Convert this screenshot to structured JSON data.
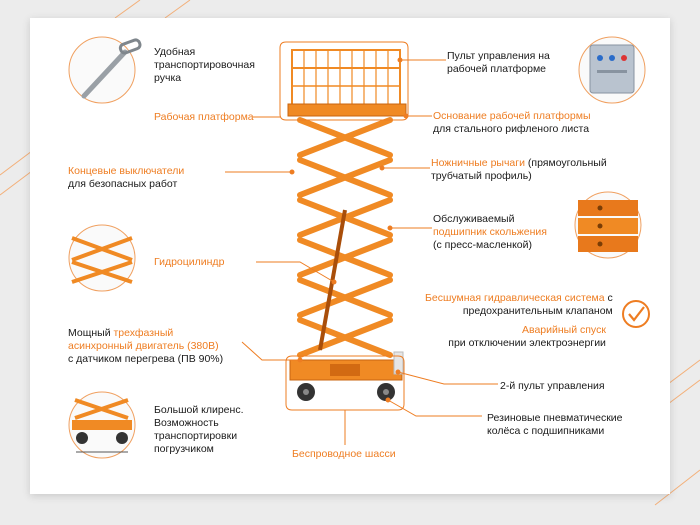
{
  "colors": {
    "accent": "#ee7d22",
    "machine": "#f08a24",
    "machine_dark": "#c8640f",
    "line": "#ee7d22"
  },
  "labels": {
    "handle": [
      "Удобная",
      "транспортировочная",
      "ручка"
    ],
    "work_platform": "Рабочая платформа",
    "limit_switch_1": "Концевые выключатели",
    "limit_switch_2": "для безопасных работ",
    "hydro_cylinder": "Гидроцилиндр",
    "motor_1": "Мощный",
    "motor_1_or": "трехфазный",
    "motor_2_or": "асинхронный двигатель (380В)",
    "motor_3": "с датчиком перегрева (ПВ 90%)",
    "clearance": [
      "Большой клиренс.",
      "Возможность",
      "транспортировки",
      "погрузчиком"
    ],
    "wireless_chassis": "Беспроводное шасси",
    "control_panel": [
      "Пульт управления на",
      "рабочей платформе"
    ],
    "platform_base_1": "Основание рабочей платформы",
    "platform_base_2": "для стального рифленого листа",
    "scissor_or": "Ножничные рычаги",
    "scissor_1": " (прямоугольный",
    "scissor_2": "трубчатый профиль)",
    "bearing_1": "Обслуживаемый",
    "bearing_2_or": "подшипник скольжения",
    "bearing_3": "(с пресс-масленкой)",
    "hydraulic_or": "Бесшумная гидравлическая система",
    "hydraulic_1": " с",
    "hydraulic_2": "предохранительным клапаном",
    "emergency_or": "Аварийный спуск",
    "emergency_2": "при отключении электроэнергии",
    "second_panel": "2-й пульт управления",
    "wheels": [
      "Резиновые пневматические",
      "колёса с подшипниками"
    ]
  }
}
